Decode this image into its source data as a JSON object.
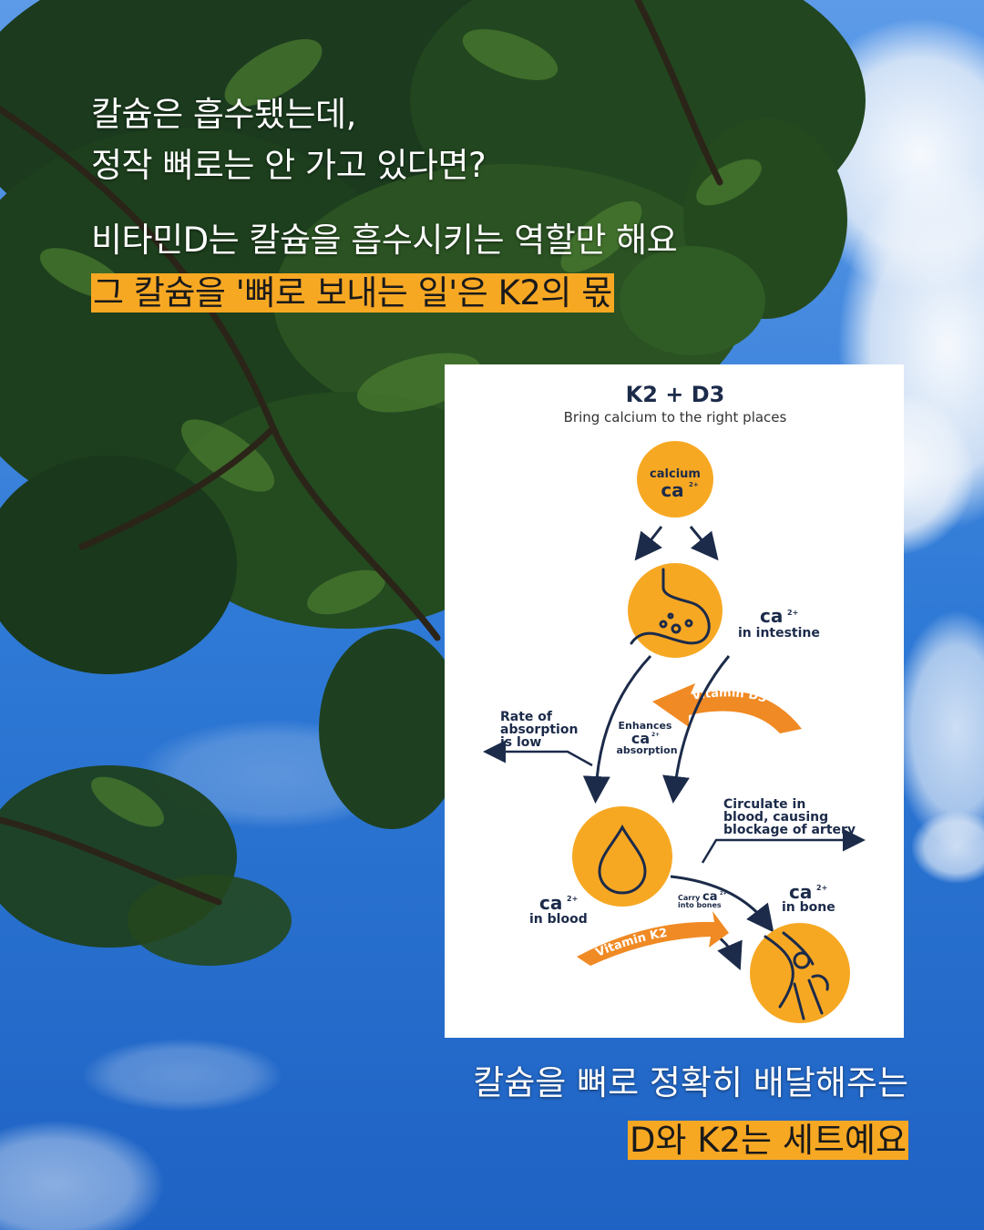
{
  "headline": {
    "line1": "칼슘은 흡수됐는데,",
    "line2": "정작 뼈로는 안 가고 있다면?",
    "line3": "비타민D는 칼슘을 흡수시키는 역할만 해요",
    "line4": "그 칼슘을 '뼈로 보내는 일'은 K2의 몫"
  },
  "diagram": {
    "title": "K2 + D3",
    "subtitle": "Bring calcium to the right places",
    "calcium_label": "calcium",
    "ca_symbol": "ca",
    "charge": "2+",
    "intestine_label": "in intestine",
    "vitamin_d3": "Vitamin D3",
    "rate_line1": "Rate of",
    "rate_line2": "absorption",
    "rate_line3": "is low",
    "enhances_line1": "Enhances",
    "enhances_line2": "absorption",
    "circulate_line1": "Circulate in",
    "circulate_line2": "blood, causing",
    "circulate_line3": "blockage of artery",
    "blood_label": "in blood",
    "carry_line1": "Carry",
    "carry_line2": "into bones",
    "bone_label": "in bone",
    "vitamin_k2": "Vitamin K2"
  },
  "caption": {
    "line1": "칼슘을 뼈로 정확히 배달해주는",
    "line2": "D와 K2는 세트예요"
  },
  "colors": {
    "accent": "#f7a823",
    "arrow_orange": "#f08a24",
    "navy": "#1c2b4a",
    "sky": "#2f7ad6"
  },
  "icons": [
    "stomach-icon",
    "blood-drop-icon",
    "knee-joint-icon"
  ]
}
